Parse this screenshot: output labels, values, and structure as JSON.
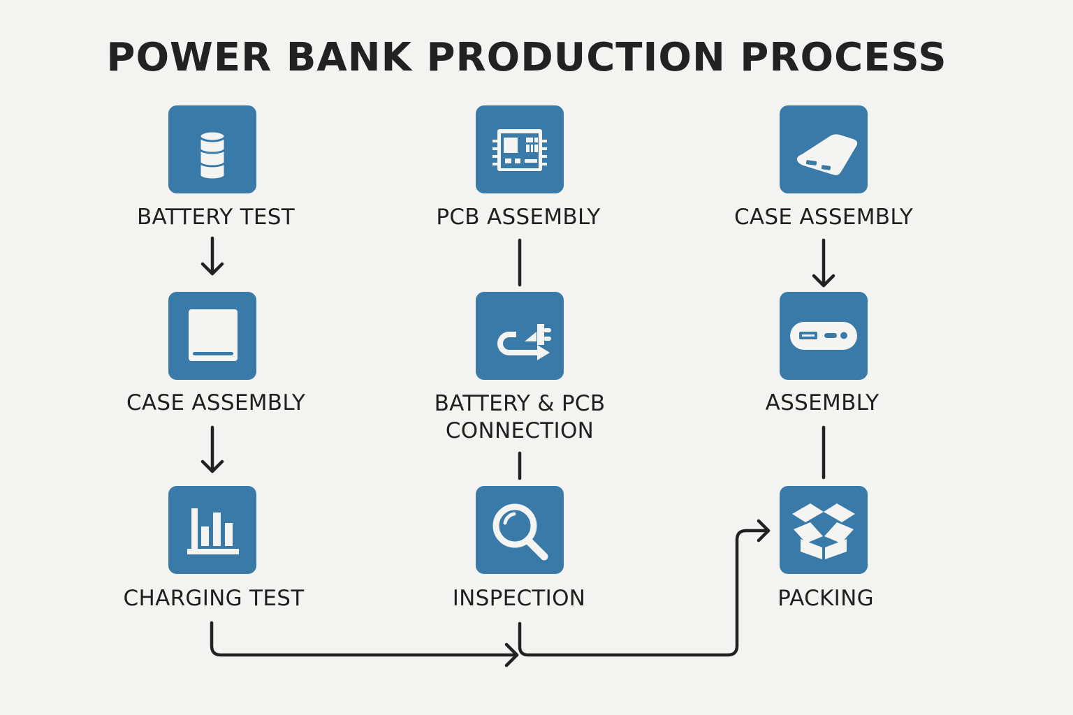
{
  "title": "POWER BANK PRODUCTION PROCESS",
  "colors": {
    "tile": "#3a7aa8",
    "icon": "#f4f4f2",
    "text": "#1f1f1f",
    "background": "#f3f3f1"
  },
  "columns": [
    {
      "steps": [
        {
          "label": "BATTERY TEST",
          "icon": "battery-cells-icon"
        },
        {
          "label": "CASE ASSEMBLY",
          "icon": "case-icon"
        },
        {
          "label": "CHARGING TEST",
          "icon": "bar-chart-icon"
        }
      ]
    },
    {
      "steps": [
        {
          "label": "PCB ASSEMBLY",
          "icon": "circuit-board-icon"
        },
        {
          "label": "BATTERY & PCB",
          "label_line2": "CONNECTION",
          "icon": "plug-cable-icon"
        },
        {
          "label": "INSPECTION",
          "icon": "magnifier-icon"
        }
      ]
    },
    {
      "steps": [
        {
          "label": "CASE ASSEMBLY",
          "icon": "power-bank-icon"
        },
        {
          "label": "ASSEMBLY",
          "icon": "power-bank-ports-icon"
        },
        {
          "label": "PACKING",
          "icon": "open-box-icon"
        }
      ]
    }
  ],
  "connectors": [
    {
      "from": "BATTERY TEST",
      "to": "CASE ASSEMBLY",
      "type": "arrow"
    },
    {
      "from": "CASE ASSEMBLY",
      "to": "CHARGING TEST",
      "type": "arrow"
    },
    {
      "from": "PCB ASSEMBLY",
      "to": "BATTERY & PCB CONNECTION",
      "type": "line"
    },
    {
      "from": "BATTERY & PCB CONNECTION",
      "to": "INSPECTION",
      "type": "line"
    },
    {
      "from": "CASE ASSEMBLY",
      "to": "ASSEMBLY",
      "type": "arrow"
    },
    {
      "from": "ASSEMBLY",
      "to": "PACKING",
      "type": "line"
    },
    {
      "from": "CHARGING TEST",
      "to": "INSPECTION",
      "type": "arrow"
    },
    {
      "from": "INSPECTION",
      "to": "PACKING",
      "type": "arrow"
    }
  ]
}
